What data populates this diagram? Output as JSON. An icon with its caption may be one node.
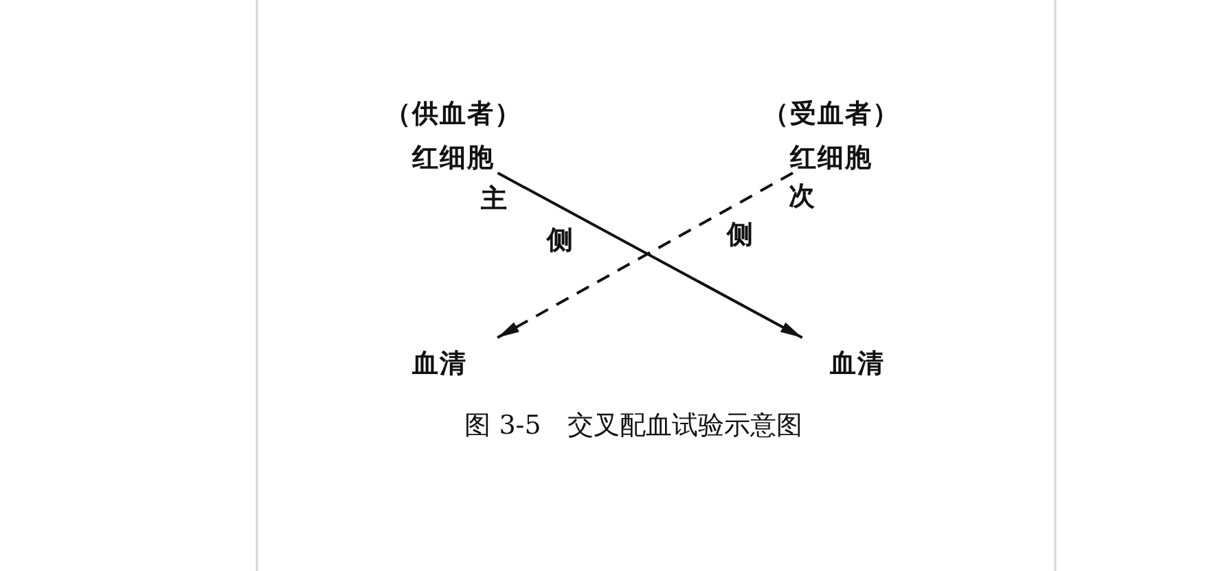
{
  "diagram": {
    "caption": "图 3-5　交叉配血试验示意图",
    "nodes": [
      {
        "text": [
          "（供血者）",
          "红细胞"
        ]
      },
      {
        "text": [
          "（受血者）",
          "红细胞"
        ]
      },
      {
        "text": [
          "血清"
        ]
      },
      {
        "text": [
          "血清"
        ]
      }
    ],
    "edges": [
      {
        "from": 0,
        "to": 3,
        "arrow": "to"
      },
      {
        "from": 1,
        "to": 2,
        "arrow": "to",
        "style": "dashed"
      }
    ],
    "labels": [
      "主",
      "次",
      "侧",
      "侧"
    ]
  }
}
